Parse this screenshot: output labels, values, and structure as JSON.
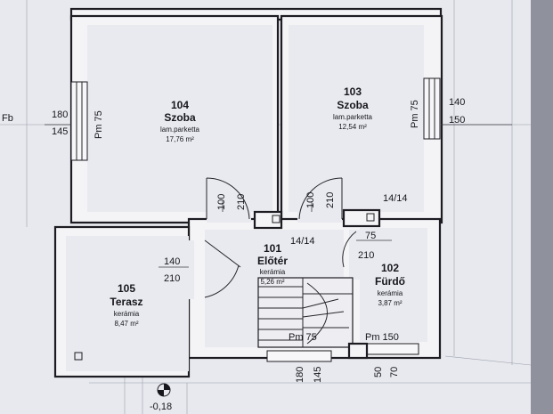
{
  "labels": {
    "fb": "Fb",
    "left_180": "180",
    "left_145": "145",
    "right_140": "140",
    "right_150": "150",
    "pm75_left": "Pm 75",
    "pm75_right": "Pm 75",
    "door_100_a": "100",
    "door_210_a": "210",
    "door_100_b": "100",
    "door_210_b": "210",
    "dim_1414_a": "14/14",
    "dim_1414_b": "14/14",
    "win_140": "140",
    "win_210": "210",
    "d_75": "75",
    "d_210": "210",
    "pm75_bottom": "Pm 75",
    "pm150_bottom": "Pm 150",
    "bot_180": "180",
    "bot_145": "145",
    "bot_50": "50",
    "bot_70": "70",
    "level": "-0,18"
  },
  "rooms": [
    {
      "num": "104",
      "name": "Szoba",
      "floor": "lam.parketta",
      "area": "17,76 m²"
    },
    {
      "num": "103",
      "name": "Szoba",
      "floor": "lam.parketta",
      "area": "12,54 m²"
    },
    {
      "num": "101",
      "name": "Előtér",
      "floor": "kerámia",
      "area": "5,26 m²"
    },
    {
      "num": "102",
      "name": "Fürdő",
      "floor": "kerámia",
      "area": "3,87 m²"
    },
    {
      "num": "105",
      "name": "Terasz",
      "floor": "kerámia",
      "area": "8,47 m²"
    }
  ]
}
